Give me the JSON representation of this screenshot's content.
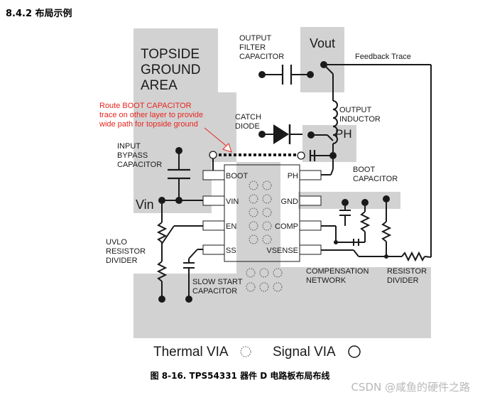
{
  "heading": "8.4.2 布局示例",
  "caption": "图 8-16. TPS54331 器件 D 电路板布局布线",
  "watermark": "CSDN @咸鱼的硬件之路",
  "labels": {
    "topside_l1": "TOPSIDE",
    "topside_l2": "GROUND",
    "topside_l3": "AREA",
    "outcap_l1": "OUTPUT",
    "outcap_l2": "FILTER",
    "outcap_l3": "CAPACITOR",
    "vout": "Vout",
    "feedback": "Feedback Trace",
    "route_l1": "Route BOOT CAPACITOR",
    "route_l2": "trace  on other layer to provide",
    "route_l3": "wide path for topside ground",
    "catch_l1": "CATCH",
    "catch_l2": "DIODE",
    "outind_l1": "OUTPUT",
    "outind_l2": "INDUCTOR",
    "ph_node": "PH",
    "inbyp_l1": "INPUT",
    "inbyp_l2": "BYPASS",
    "inbyp_l3": "CAPACITOR",
    "bootcap_l1": "BOOT",
    "bootcap_l2": "CAPACITOR",
    "vin": "Vin",
    "uvlo_l1": "UVLO",
    "uvlo_l2": "RESISTOR",
    "uvlo_l3": "DIVIDER",
    "slow_l1": "SLOW START",
    "slow_l2": "CAPACITOR",
    "comp_l1": "COMPENSATION",
    "comp_l2": "NETWORK",
    "resdiv_l1": "RESISTOR",
    "resdiv_l2": "DIVIDER",
    "thermal_via": "Thermal VIA",
    "signal_via": "Signal VIA"
  },
  "pins": {
    "boot": "BOOT",
    "vin": "VIN",
    "en": "EN",
    "ss": "SS",
    "ph": "PH",
    "gnd": "GND",
    "comp": "COMP",
    "vsense": "VSENSE"
  },
  "colors": {
    "ground_fill": "#d2d2d2",
    "route_note": "#e8251e",
    "trace": "#1a1a1a"
  }
}
